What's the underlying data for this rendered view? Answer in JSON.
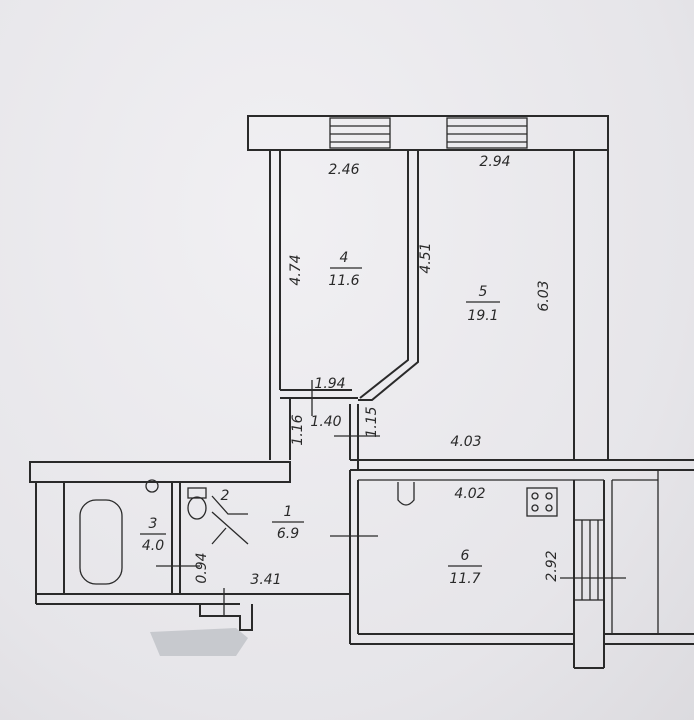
{
  "rooms": [
    {
      "number": "1",
      "area": "6.9"
    },
    {
      "number": "2",
      "area": ""
    },
    {
      "number": "3",
      "area": "4.0"
    },
    {
      "number": "4",
      "area": "11.6"
    },
    {
      "number": "5",
      "area": "19.1"
    },
    {
      "number": "6",
      "area": "11.7"
    }
  ],
  "dimensions": {
    "room4_width": "2.46",
    "room5_width": "2.94",
    "room4_height": "4.74",
    "room4_diag": "4.51",
    "room5_height": "6.03",
    "room4_bottom": "1.94",
    "hall_width": "1.40",
    "hall_left": "1.16",
    "hall_right": "1.15",
    "room5_bottom": "4.03",
    "kitchen_top": "4.02",
    "kitchen_side": "2.92",
    "bath_side": "0.94",
    "corridor_bottom": "3.41"
  }
}
